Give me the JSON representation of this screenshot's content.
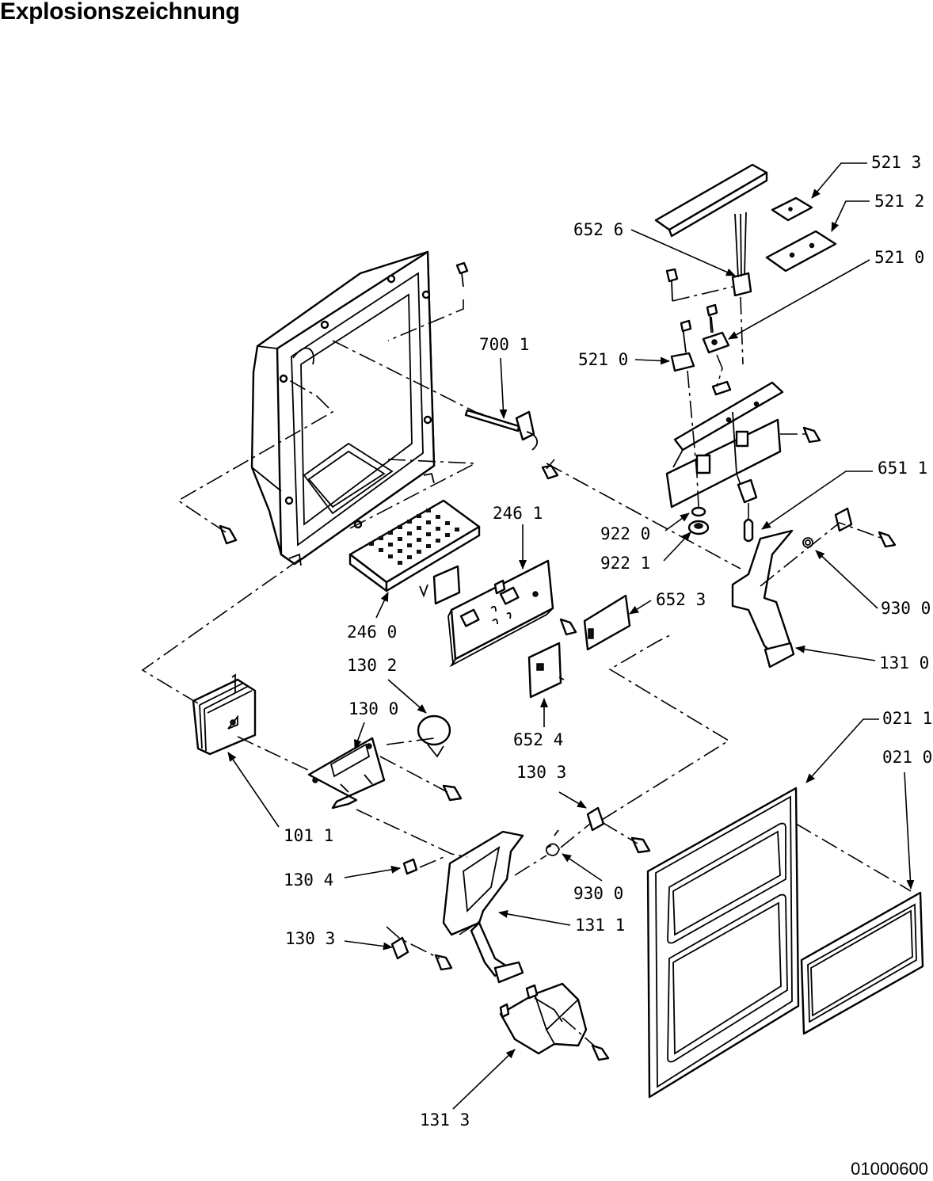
{
  "page": {
    "title": "Explosionszeichnung",
    "drawing_code": "01000600"
  },
  "labels": {
    "l5213": "521 3",
    "l5212": "521 2",
    "l6526": "652 6",
    "l5210a": "521 0",
    "l7001": "700 1",
    "l5210b": "521 0",
    "l6511": "651 1",
    "l2461": "246 1",
    "l9220": "922 0",
    "l9221": "922 1",
    "l6523": "652 3",
    "l9300a": "930 0",
    "l2460": "246 0",
    "l1310": "131 0",
    "l1302": "130 2",
    "l1300": "130 0",
    "l6524": "652 4",
    "l0211": "021 1",
    "l0210": "021 0",
    "l1303a": "130 3",
    "l1011": "101 1",
    "l1304": "130 4",
    "l9300b": "930 0",
    "l1311": "131 1",
    "l1303b": "130 3",
    "l1313": "131 3"
  }
}
